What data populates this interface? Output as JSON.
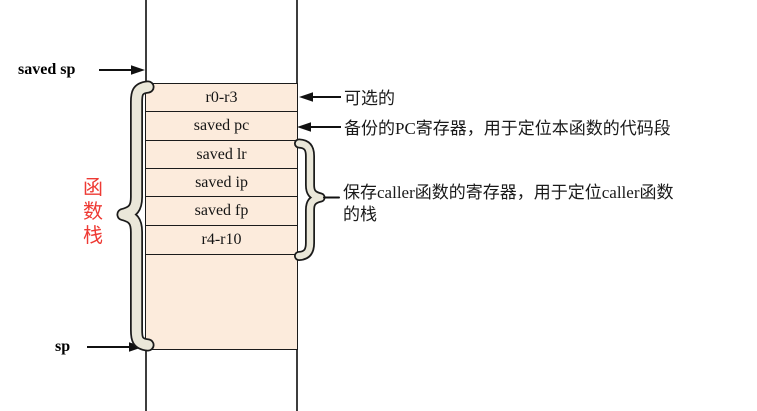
{
  "labels": {
    "saved_sp": "saved sp",
    "sp": "sp"
  },
  "stack_label": {
    "text": "函数栈",
    "chars": [
      "函",
      "数",
      "栈"
    ],
    "color": "#ee3a34"
  },
  "stack": {
    "cells": [
      "r0-r3",
      "saved pc",
      "saved lr",
      "saved ip",
      "saved fp",
      "r4-r10"
    ]
  },
  "annotations": {
    "optional": "可选的",
    "saved_pc_note": "备份的PC寄存器，用于定位本函数的代码段",
    "caller_note_line1": "保存caller函数的寄存器，用于定位caller函数",
    "caller_note_line2": "的栈"
  },
  "icons": {
    "saved_sp_arrow": "black-right-arrow",
    "sp_arrow": "black-right-arrow",
    "optional_arrow": "black-left-arrow",
    "saved_pc_arrow": "black-left-arrow",
    "function_stack_brace": "left-curly-brace",
    "caller_group_brace": "right-curly-brace"
  },
  "colors": {
    "cell_fill": "#fcebdc",
    "brace_fill": "#eae7d9",
    "outline": "#1b1b1b",
    "column_line": "#3d3d3d",
    "red_label": "#ee3a34",
    "background": "#ffffff"
  }
}
